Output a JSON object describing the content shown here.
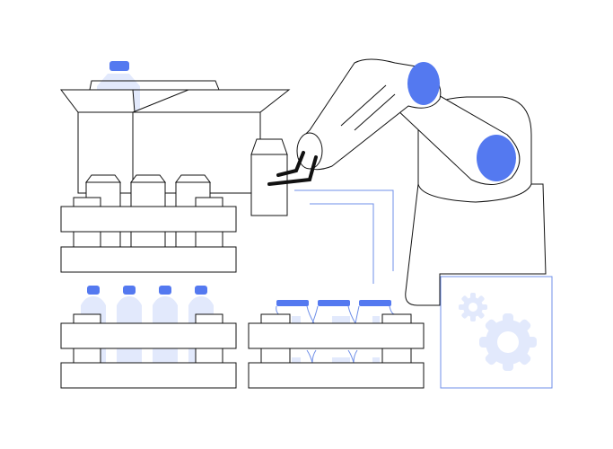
{
  "illustration": {
    "subject": "robotic-arm-packaging-line",
    "colors": {
      "accent": "#5479f0",
      "light_fill": "#e2e9fc",
      "line_blue": "#6f8fe8",
      "outline": "#111111",
      "background": "#ffffff"
    },
    "counts": {
      "cartons_on_top_crate": 3,
      "bottles_in_bottom_left_crate": 4,
      "jars_in_bottom_middle_crate": 3,
      "gears_on_panel": 2
    }
  }
}
